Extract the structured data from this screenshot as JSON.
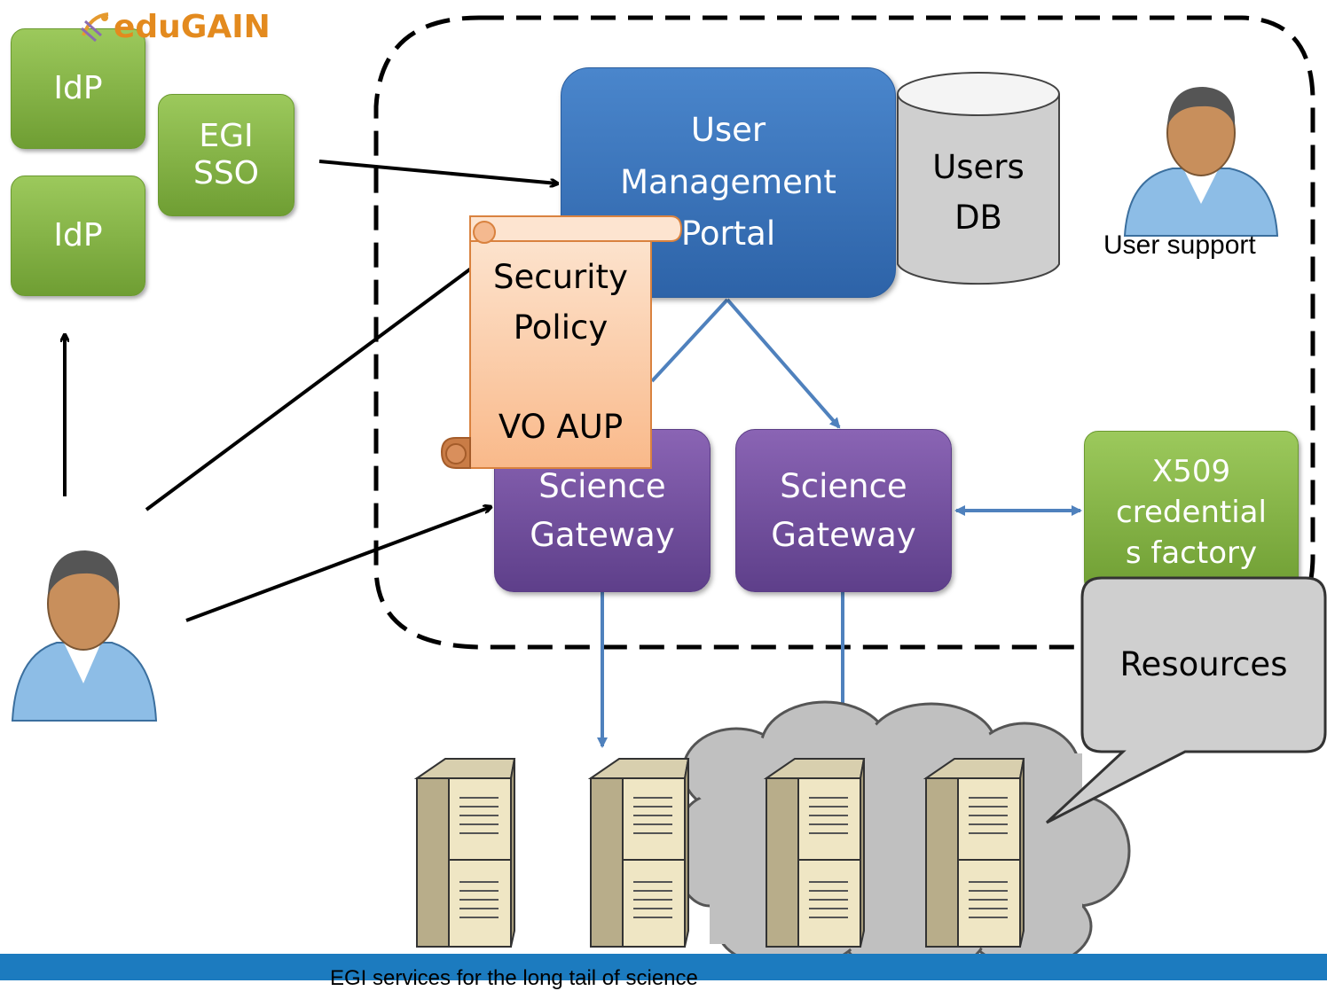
{
  "logo": {
    "text": "eduGAIN"
  },
  "idp_top": {
    "label": "IdP"
  },
  "idp_bottom": {
    "label": "IdP"
  },
  "egi_sso": {
    "label": "EGI\nSSO"
  },
  "portal": {
    "label": "User\nManagement\nPortal"
  },
  "users_db": {
    "label": "Users\nDB"
  },
  "user_support": {
    "label": "User support"
  },
  "policy": {
    "title": "Security\nPolicy",
    "subtitle": "VO AUP"
  },
  "gateway_left": {
    "label": "Science\nGateway"
  },
  "gateway_right": {
    "label": "Science\nGateway"
  },
  "x509": {
    "label": "X509\ncredential\ns factory"
  },
  "resources_callout": {
    "label": "Resources"
  },
  "footer": {
    "text": "EGI services for the long tail of science"
  },
  "colors": {
    "green": "#7fb03f",
    "purple": "#7452a0",
    "blue": "#3a77bf",
    "arrow_blue": "#4f81bd",
    "footer": "#1c7bbf"
  }
}
